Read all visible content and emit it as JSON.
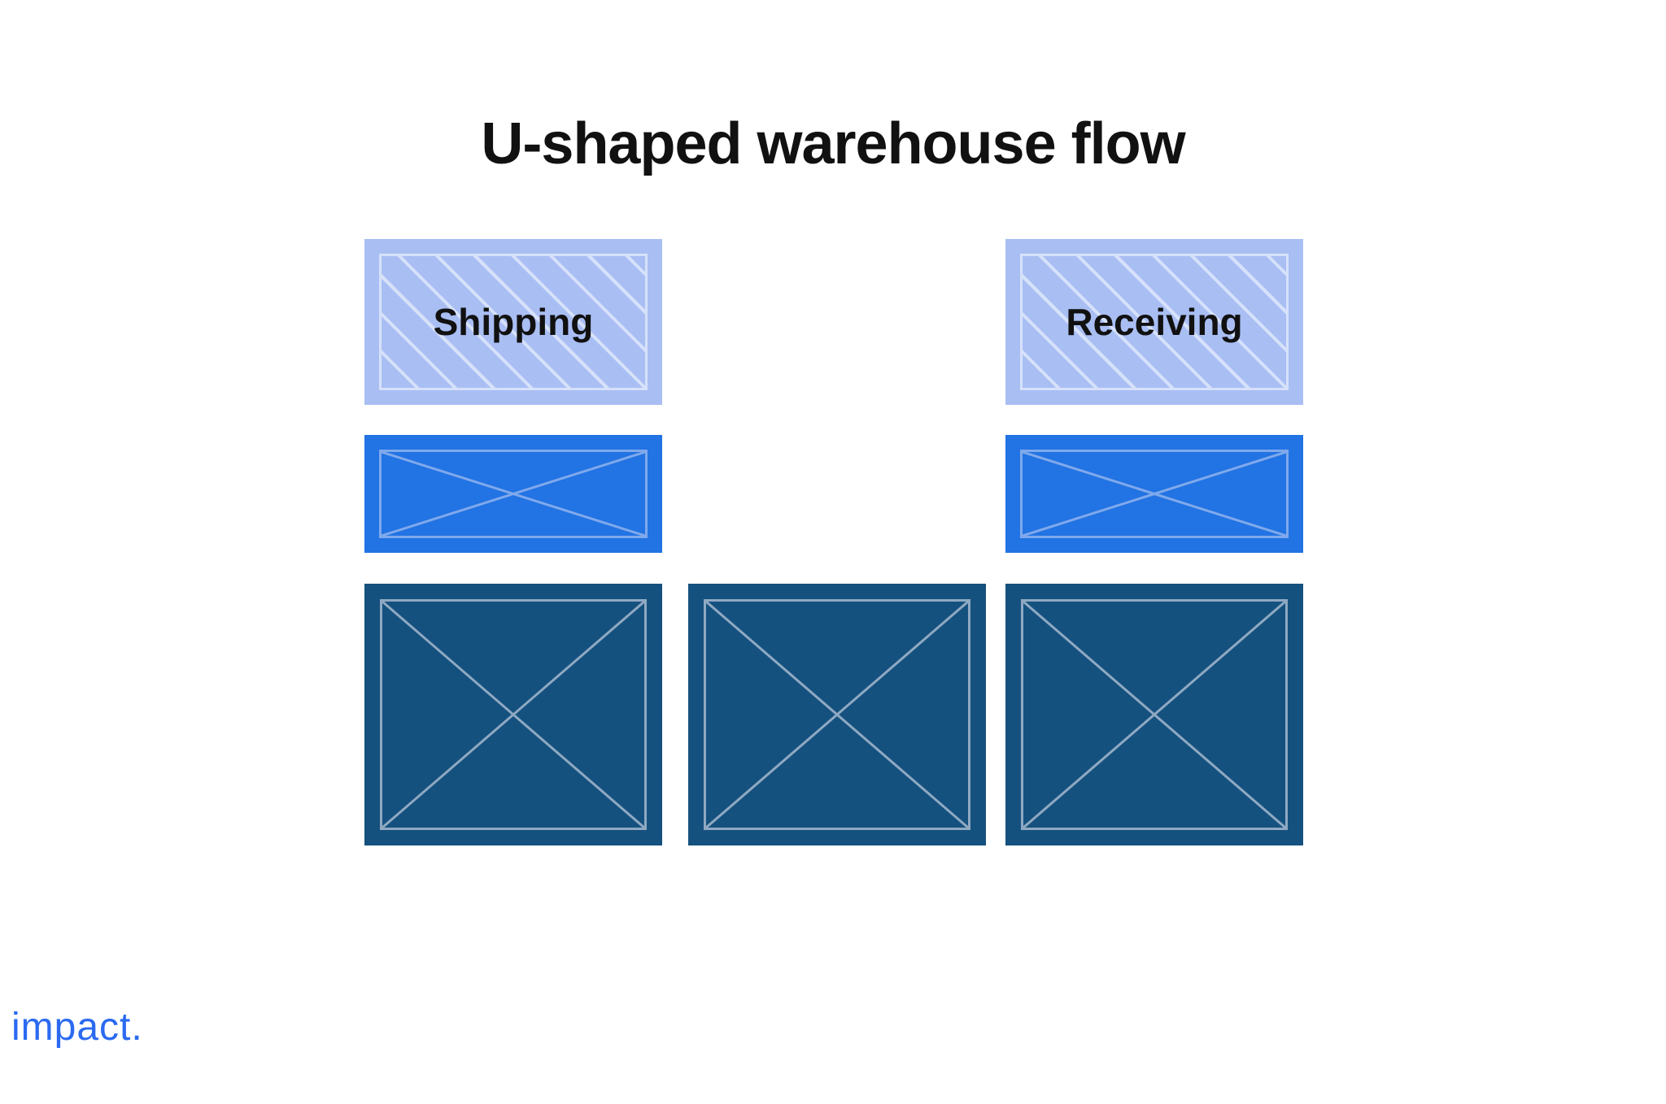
{
  "title": "U-shaped warehouse flow",
  "brand": {
    "logo_text": "impact."
  },
  "diagram": {
    "shipping_label": "Shipping",
    "receiving_label": "Receiving",
    "zones": [
      {
        "name": "shipping-dock",
        "label": "Shipping",
        "style": "light-hatched",
        "row": 1,
        "column": "left"
      },
      {
        "name": "receiving-dock",
        "label": "Receiving",
        "style": "light-hatched",
        "row": 1,
        "column": "right"
      },
      {
        "name": "shipping-staging",
        "label": "",
        "style": "medium-crossed",
        "row": 2,
        "column": "left"
      },
      {
        "name": "receiving-staging",
        "label": "",
        "style": "medium-crossed",
        "row": 2,
        "column": "right"
      },
      {
        "name": "storage-left",
        "label": "",
        "style": "dark-crossed",
        "row": 3,
        "column": "left"
      },
      {
        "name": "storage-middle",
        "label": "",
        "style": "dark-crossed",
        "row": 3,
        "column": "middle"
      },
      {
        "name": "storage-right",
        "label": "",
        "style": "dark-crossed",
        "row": 3,
        "column": "right"
      }
    ]
  },
  "colors": {
    "background": "#ffffff",
    "title_text": "#111111",
    "dock_fill": "#a9bef3",
    "dock_line": "#d6e1fa",
    "staging_fill": "#2273e3",
    "staging_line": "#7fa9ec",
    "storage_fill": "#15517f",
    "storage_line": "#8fa9c2",
    "logo_blue": "#2b6af0"
  }
}
